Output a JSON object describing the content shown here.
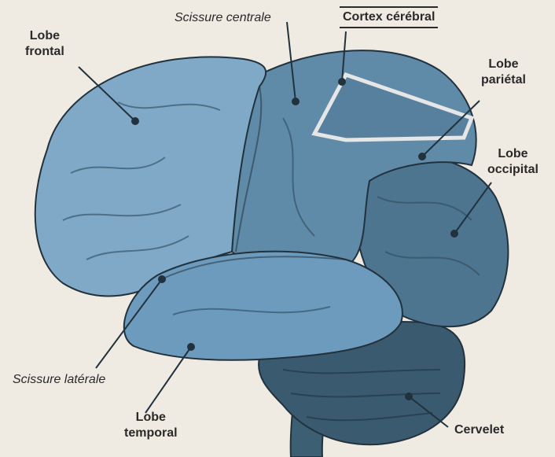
{
  "labels": {
    "lobe_frontal": "Lobe\nfrontal",
    "scissure_centrale": "Scissure centrale",
    "cortex_cerebral": "Cortex cérébral",
    "lobe_parietal": "Lobe\npariétal",
    "lobe_occipital": "Lobe\noccipital",
    "scissure_laterale": "Scissure latérale",
    "lobe_temporal": "Lobe\ntemporal",
    "cervelet": "Cervelet"
  },
  "colors": {
    "frontal": "#7fa9c7",
    "parietal": "#5f8aa8",
    "occipital": "#4d7590",
    "temporal": "#6d9bbd",
    "cervelet": "#3a5a70",
    "outline": "#22323d"
  }
}
